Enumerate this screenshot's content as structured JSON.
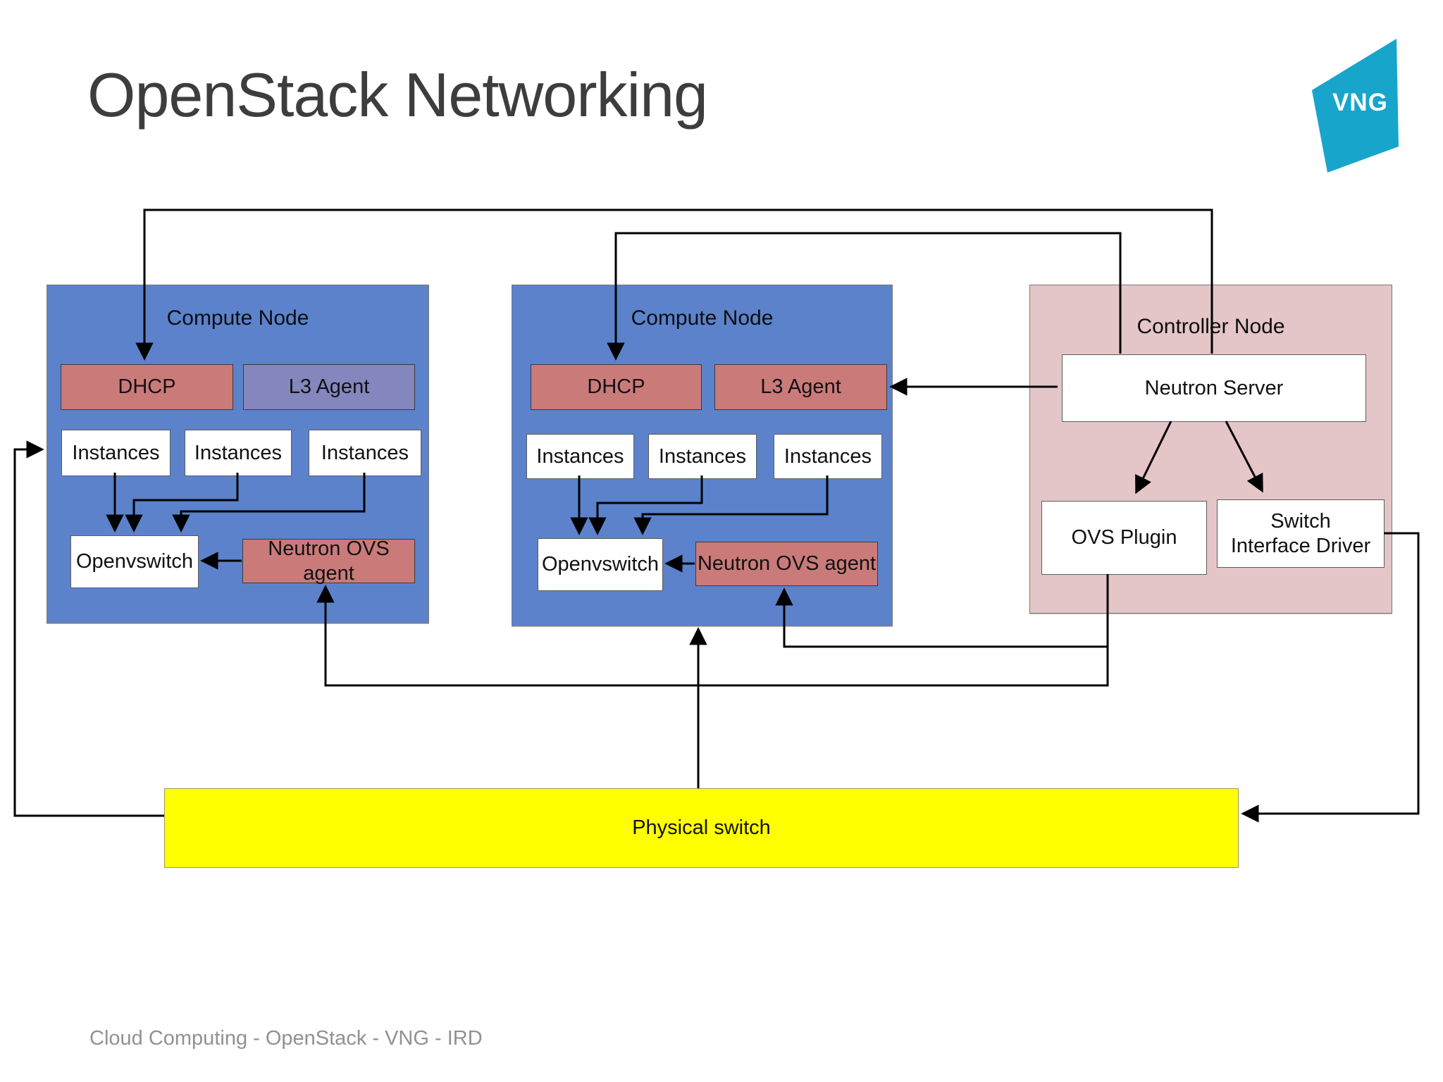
{
  "page": {
    "title": "OpenStack Networking",
    "footer": "Cloud Computing - OpenStack - VNG - IRD"
  },
  "logo": {
    "text": "VNG",
    "color": "#17A5CC"
  },
  "colors": {
    "compute_node_bg": "#5C82CB",
    "controller_node_bg": "#E4C6C8",
    "agent_red": "#CB7A7A",
    "l3_purple": "#8487BD",
    "switch_yellow": "#FFFF00",
    "line": "#000000",
    "title_text": "#3d3d3d",
    "footer_text": "#919191"
  },
  "nodes": {
    "compute1": {
      "title": "Compute Node",
      "dhcp": "DHCP",
      "l3_agent": "L3 Agent",
      "instances": [
        "Instances",
        "Instances",
        "Instances"
      ],
      "openvswitch": "Openvswitch",
      "neutron_ovs_agent": "Neutron OVS agent"
    },
    "compute2": {
      "title": "Compute Node",
      "dhcp": "DHCP",
      "l3_agent": "L3 Agent",
      "instances": [
        "Instances",
        "Instances",
        "Instances"
      ],
      "openvswitch": "Openvswitch",
      "neutron_ovs_agent": "Neutron OVS agent"
    },
    "controller": {
      "title": "Controller Node",
      "neutron_server": "Neutron Server",
      "ovs_plugin": "OVS Plugin",
      "switch_interface_driver": "Switch Interface Driver"
    }
  },
  "physical_switch": {
    "label": "Physical switch"
  },
  "edges": [
    {
      "from": "Neutron Server",
      "to": "DHCP (Compute Node 1)",
      "arrow": "into DHCP top"
    },
    {
      "from": "Neutron Server",
      "to": "DHCP (Compute Node 2)",
      "arrow": "into DHCP top"
    },
    {
      "from": "Neutron Server",
      "to": "L3 Agent (Compute Node 2)",
      "arrow": "into L3 Agent right side"
    },
    {
      "from": "Neutron Server",
      "to": "OVS Plugin",
      "arrow": "diagonal down-left"
    },
    {
      "from": "Neutron Server",
      "to": "Switch Interface Driver",
      "arrow": "diagonal down-right"
    },
    {
      "from": "OVS Plugin",
      "to": "Neutron OVS agent (Compute Node 1)",
      "arrow": "up into agent bottom"
    },
    {
      "from": "OVS Plugin",
      "to": "Neutron OVS agent (Compute Node 2)",
      "arrow": "up into agent bottom"
    },
    {
      "from": "Instances 1 (Compute Node 1)",
      "to": "Openvswitch (Compute Node 1)",
      "arrow": "down"
    },
    {
      "from": "Instances 2 (Compute Node 1)",
      "to": "Openvswitch (Compute Node 1)",
      "arrow": "down"
    },
    {
      "from": "Instances 3 (Compute Node 1)",
      "to": "Openvswitch (Compute Node 1)",
      "arrow": "down"
    },
    {
      "from": "Instances 1 (Compute Node 2)",
      "to": "Openvswitch (Compute Node 2)",
      "arrow": "down"
    },
    {
      "from": "Instances 2 (Compute Node 2)",
      "to": "Openvswitch (Compute Node 2)",
      "arrow": "down"
    },
    {
      "from": "Instances 3 (Compute Node 2)",
      "to": "Openvswitch (Compute Node 2)",
      "arrow": "down"
    },
    {
      "from": "Neutron OVS agent (Compute Node 1)",
      "to": "Openvswitch (Compute Node 1)",
      "arrow": "left"
    },
    {
      "from": "Neutron OVS agent (Compute Node 2)",
      "to": "Openvswitch (Compute Node 2)",
      "arrow": "left"
    },
    {
      "from": "Physical switch",
      "to": "Compute Node 2",
      "arrow": "up into node bottom"
    },
    {
      "from": "Physical switch",
      "to": "Compute Node 1",
      "arrow": "right into node left side at Instances level"
    },
    {
      "from": "Switch Interface Driver",
      "to": "Physical switch",
      "arrow": "left into switch right side"
    }
  ]
}
